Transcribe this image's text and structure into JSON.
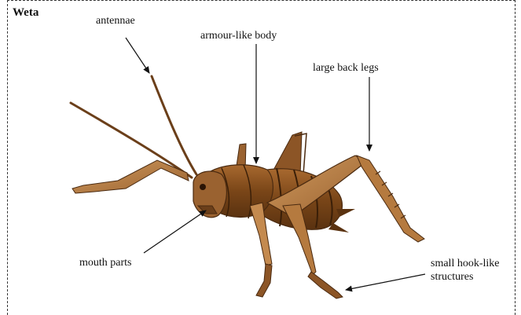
{
  "title": "Weta",
  "labels": {
    "antennae": "antennae",
    "armour_body": "armour-like body",
    "back_legs": "large back legs",
    "mouth_parts": "mouth parts",
    "hook_structures": "small hook-like structures"
  },
  "colors": {
    "body_dark": "#6b3f1a",
    "body_mid": "#9a6230",
    "body_light": "#c48a4f",
    "leg": "#b57a3f",
    "outline": "#4a2a10"
  }
}
